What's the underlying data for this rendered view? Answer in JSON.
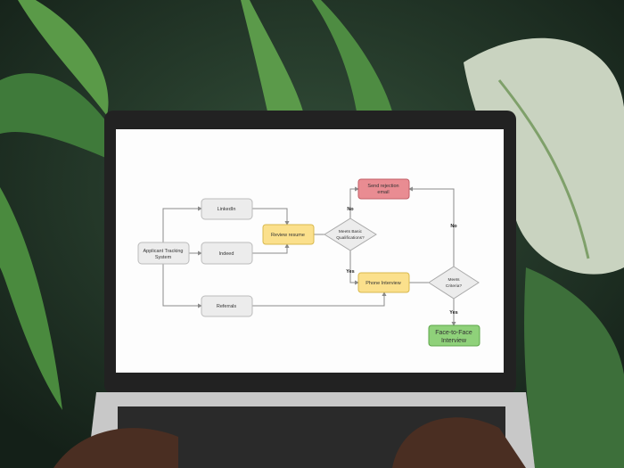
{
  "diagram": {
    "nodes": {
      "ats": [
        "Applicant Tracking",
        "System"
      ],
      "linkedin": "LinkedIn",
      "indeed": "Indeed",
      "referrals": "Referrals",
      "review": "Review resume",
      "basic": [
        "Meets Basic",
        "Qualifications?"
      ],
      "reject": [
        "Send rejection",
        "email"
      ],
      "phone": "Phone Interview",
      "criteria": [
        "Meets",
        "Criteria?"
      ],
      "face": [
        "Face-to-Face",
        "Interview"
      ]
    },
    "labels": {
      "no1": "No",
      "yes1": "Yes",
      "no2": "No",
      "yes2": "Yes"
    },
    "colors": {
      "neutral": "#ececec",
      "review": "#fbe08c",
      "reject": "#e98c92",
      "accept": "#8fd17a",
      "line": "#8a8a8a"
    }
  }
}
